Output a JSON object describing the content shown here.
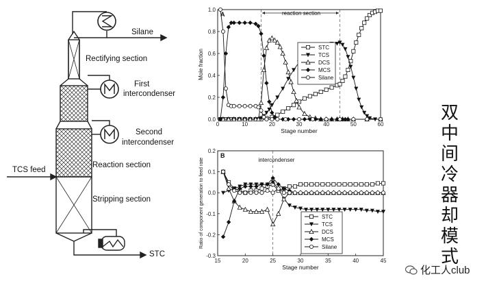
{
  "diagram": {
    "labels": {
      "silane": "Silane",
      "rectifying": "Rectifying section",
      "first_ic_1": "First",
      "first_ic_2": "intercondenser",
      "second_ic_1": "Second",
      "second_ic_2": "intercondenser",
      "reaction": "Reaction section",
      "tcs_feed": "TCS feed",
      "stripping": "Stripping section",
      "stc": "STC"
    },
    "icon_names": [
      "condenser-icon",
      "first-intercondenser-icon",
      "second-intercondenser-icon",
      "reboiler-icon"
    ]
  },
  "side_text": [
    "双",
    "中",
    "间",
    "冷",
    "器",
    "却",
    "模",
    "式"
  ],
  "watermark": "化工人club",
  "chart_data": [
    {
      "type": "line",
      "panel": "A",
      "annotation": "reaction section",
      "xlabel": "Stage number",
      "ylabel": "Mole fraction",
      "xlim": [
        0,
        60
      ],
      "ylim": [
        0,
        1.0
      ],
      "xticks": [
        "0",
        "10",
        "20",
        "30",
        "40",
        "50",
        "60"
      ],
      "yticks": [
        "0.0",
        "0.2",
        "0.4",
        "0.6",
        "0.8",
        "1.0"
      ],
      "vlines": [
        16,
        45
      ],
      "legend_position": "right",
      "series": [
        {
          "name": "STC",
          "marker": "square-open",
          "x": [
            1,
            2,
            3,
            4,
            5,
            6,
            8,
            10,
            12,
            14,
            16,
            18,
            20,
            22,
            24,
            26,
            28,
            30,
            32,
            34,
            36,
            38,
            40,
            42,
            44,
            45,
            46,
            47,
            48,
            49,
            50,
            51,
            52,
            53,
            54,
            55,
            56,
            57,
            58,
            59,
            60
          ],
          "y": [
            0,
            0,
            0,
            0,
            0,
            0,
            0,
            0,
            0,
            0,
            0,
            0.01,
            0.02,
            0.04,
            0.07,
            0.1,
            0.13,
            0.16,
            0.19,
            0.21,
            0.23,
            0.25,
            0.27,
            0.29,
            0.31,
            0.32,
            0.35,
            0.39,
            0.45,
            0.53,
            0.62,
            0.7,
            0.77,
            0.83,
            0.88,
            0.92,
            0.95,
            0.97,
            0.98,
            0.99,
            0.99
          ]
        },
        {
          "name": "TCS",
          "marker": "triangle-down-filled",
          "x": [
            1,
            2,
            4,
            6,
            8,
            10,
            12,
            14,
            15,
            16,
            17,
            18,
            19,
            20,
            22,
            24,
            26,
            28,
            30,
            32,
            34,
            36,
            38,
            40,
            42,
            44,
            45,
            46,
            47,
            48,
            49,
            50,
            51,
            52,
            53,
            54,
            55,
            56,
            58,
            60
          ],
          "y": [
            0,
            0,
            0,
            0,
            0,
            0,
            0,
            0,
            0,
            0.01,
            0.03,
            0.06,
            0.09,
            0.13,
            0.2,
            0.28,
            0.37,
            0.45,
            0.52,
            0.57,
            0.61,
            0.64,
            0.66,
            0.68,
            0.69,
            0.69,
            0.7,
            0.68,
            0.64,
            0.57,
            0.48,
            0.38,
            0.28,
            0.18,
            0.11,
            0.06,
            0.03,
            0.01,
            0,
            0
          ]
        },
        {
          "name": "DCS",
          "marker": "triangle-up-open",
          "x": [
            1,
            2,
            4,
            6,
            8,
            10,
            12,
            14,
            15,
            16,
            17,
            18,
            19,
            20,
            21,
            22,
            23,
            24,
            25,
            26,
            27,
            28,
            29,
            30,
            32,
            34,
            36,
            38,
            40,
            42,
            44,
            45,
            46,
            48,
            50,
            55,
            60
          ],
          "y": [
            0,
            0,
            0,
            0,
            0,
            0,
            0,
            0,
            0,
            0.15,
            0.45,
            0.65,
            0.72,
            0.74,
            0.72,
            0.7,
            0.66,
            0.6,
            0.52,
            0.43,
            0.34,
            0.25,
            0.17,
            0.11,
            0.05,
            0.02,
            0.01,
            0,
            0,
            0,
            0,
            0,
            0,
            0,
            0,
            0,
            0
          ]
        },
        {
          "name": "MCS",
          "marker": "diamond-filled",
          "x": [
            1,
            2,
            3,
            4,
            5,
            6,
            8,
            10,
            12,
            14,
            15,
            16,
            17,
            18,
            19,
            20,
            21,
            22,
            24,
            26,
            28,
            30,
            32,
            34,
            36,
            38,
            40,
            42,
            44,
            45,
            46,
            47,
            48,
            50,
            55,
            60
          ],
          "y": [
            0,
            0.2,
            0.6,
            0.84,
            0.88,
            0.88,
            0.88,
            0.88,
            0.88,
            0.87,
            0.85,
            0.78,
            0.58,
            0.33,
            0.16,
            0.06,
            0.02,
            0,
            0,
            0,
            0,
            0,
            0,
            0,
            0,
            0,
            0,
            0,
            0,
            0,
            0,
            0,
            0,
            0,
            0,
            0
          ]
        },
        {
          "name": "Silane",
          "marker": "circle-open",
          "x": [
            1,
            2,
            3,
            4,
            5,
            6,
            8,
            10,
            12,
            14,
            15,
            16,
            17,
            18,
            20,
            22,
            25,
            30,
            35,
            40,
            45,
            50,
            55,
            60
          ],
          "y": [
            1.0,
            0.8,
            0.28,
            0.13,
            0.12,
            0.12,
            0.12,
            0.12,
            0.12,
            0.12,
            0.11,
            0.08,
            0.02,
            0,
            0,
            0,
            0,
            0,
            0,
            0,
            0,
            0,
            0,
            0
          ]
        }
      ]
    },
    {
      "type": "line",
      "panel": "B",
      "annotation": "intercondenser",
      "xlabel": "Stage number",
      "ylabel": "Ratio of component generation to feed rate",
      "xlim": [
        15,
        45
      ],
      "ylim": [
        -0.3,
        0.2
      ],
      "xticks": [
        "15",
        "20",
        "25",
        "30",
        "35",
        "40",
        "45"
      ],
      "yticks": [
        "-0.3",
        "-0.2",
        "-0.1",
        "0.0",
        "0.1",
        "0.2"
      ],
      "vlines": [
        25
      ],
      "legend_position": "bottom-right",
      "series": [
        {
          "name": "STC",
          "marker": "square-open",
          "x": [
            16,
            17,
            18,
            19,
            20,
            21,
            22,
            23,
            24,
            25,
            26,
            27,
            28,
            29,
            30,
            31,
            32,
            33,
            34,
            35,
            36,
            37,
            38,
            39,
            40,
            41,
            42,
            43,
            44,
            45
          ],
          "y": [
            0.1,
            0.05,
            0.02,
            0.01,
            0.0,
            0.01,
            0.01,
            0.02,
            0.03,
            0.04,
            0.01,
            0.02,
            0.03,
            0.03,
            0.04,
            0.04,
            0.04,
            0.04,
            0.04,
            0.04,
            0.04,
            0.04,
            0.04,
            0.04,
            0.04,
            0.04,
            0.04,
            0.04,
            0.045,
            0.045
          ]
        },
        {
          "name": "TCS",
          "marker": "triangle-down-filled",
          "x": [
            16,
            17,
            18,
            19,
            20,
            21,
            22,
            23,
            24,
            25,
            26,
            27,
            28,
            29,
            30,
            31,
            32,
            33,
            34,
            35,
            36,
            37,
            38,
            39,
            40,
            41,
            42,
            43,
            44,
            45
          ],
          "y": [
            0.0,
            0.01,
            0.02,
            0.03,
            0.04,
            0.04,
            0.04,
            0.04,
            0.04,
            0.05,
            0.02,
            -0.03,
            -0.06,
            -0.07,
            -0.075,
            -0.08,
            -0.08,
            -0.08,
            -0.08,
            -0.08,
            -0.08,
            -0.08,
            -0.08,
            -0.08,
            -0.08,
            -0.08,
            -0.085,
            -0.085,
            -0.09,
            -0.09
          ]
        },
        {
          "name": "DCS",
          "marker": "triangle-up-open",
          "x": [
            16,
            17,
            18,
            19,
            20,
            21,
            22,
            23,
            24,
            25,
            26,
            27,
            28,
            29,
            30,
            31,
            32,
            33,
            34,
            35,
            36,
            37,
            38,
            39,
            40,
            41,
            42,
            43,
            44,
            45
          ],
          "y": [
            0.1,
            0.02,
            -0.04,
            -0.07,
            -0.08,
            -0.09,
            -0.09,
            -0.09,
            -0.08,
            -0.15,
            -0.1,
            -0.03,
            0,
            0,
            0,
            0,
            0,
            0,
            0,
            0,
            0,
            0,
            0,
            0,
            0,
            0,
            0,
            0,
            0,
            0
          ]
        },
        {
          "name": "MCS",
          "marker": "diamond-filled",
          "x": [
            16,
            17,
            18,
            19,
            20,
            21,
            22,
            23,
            24,
            25,
            26,
            27,
            28,
            29,
            30,
            31,
            32,
            33,
            34,
            35,
            36,
            37,
            38,
            39,
            40,
            41,
            42,
            43,
            44,
            45
          ],
          "y": [
            -0.21,
            -0.14,
            -0.04,
            0.02,
            0.03,
            0.03,
            0.03,
            0.04,
            0.04,
            0.07,
            0.04,
            0.02,
            0.01,
            0,
            0,
            0,
            0,
            0,
            0,
            0,
            0,
            0,
            0,
            0,
            0,
            0,
            0,
            0,
            0,
            0
          ]
        },
        {
          "name": "Silane",
          "marker": "circle-open",
          "x": [
            16,
            17,
            18,
            19,
            20,
            21,
            22,
            23,
            24,
            25,
            26,
            27,
            28,
            29,
            30,
            31,
            32,
            33,
            34,
            35,
            36,
            37,
            38,
            39,
            40,
            41,
            42,
            43,
            44,
            45
          ],
          "y": [
            0.1,
            0.04,
            0.01,
            0,
            0,
            0,
            0,
            0,
            0.01,
            0.0,
            0.02,
            0,
            0,
            0,
            0,
            0,
            0,
            0,
            0,
            0,
            0,
            0,
            0,
            0,
            0,
            0,
            0,
            0,
            0,
            0
          ]
        }
      ]
    }
  ]
}
